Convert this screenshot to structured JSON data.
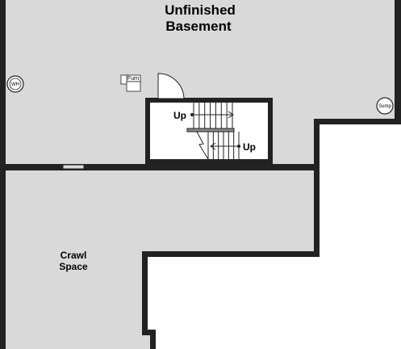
{
  "rooms": {
    "basement": {
      "line1": "Unfinished",
      "line2": "Basement"
    },
    "crawl": {
      "line1": "Crawl",
      "line2": "Space"
    }
  },
  "fixtures": {
    "water_heater": "WH",
    "furnace": "Furn",
    "sump": "Sump"
  },
  "stairs": {
    "upper_label": "Up",
    "lower_label": "Up",
    "upper_run_steps": 7,
    "lower_run_steps": 6
  },
  "colors": {
    "floor": "#d9d9d9",
    "wall": "#222222",
    "stair_bg": "#ffffff"
  }
}
